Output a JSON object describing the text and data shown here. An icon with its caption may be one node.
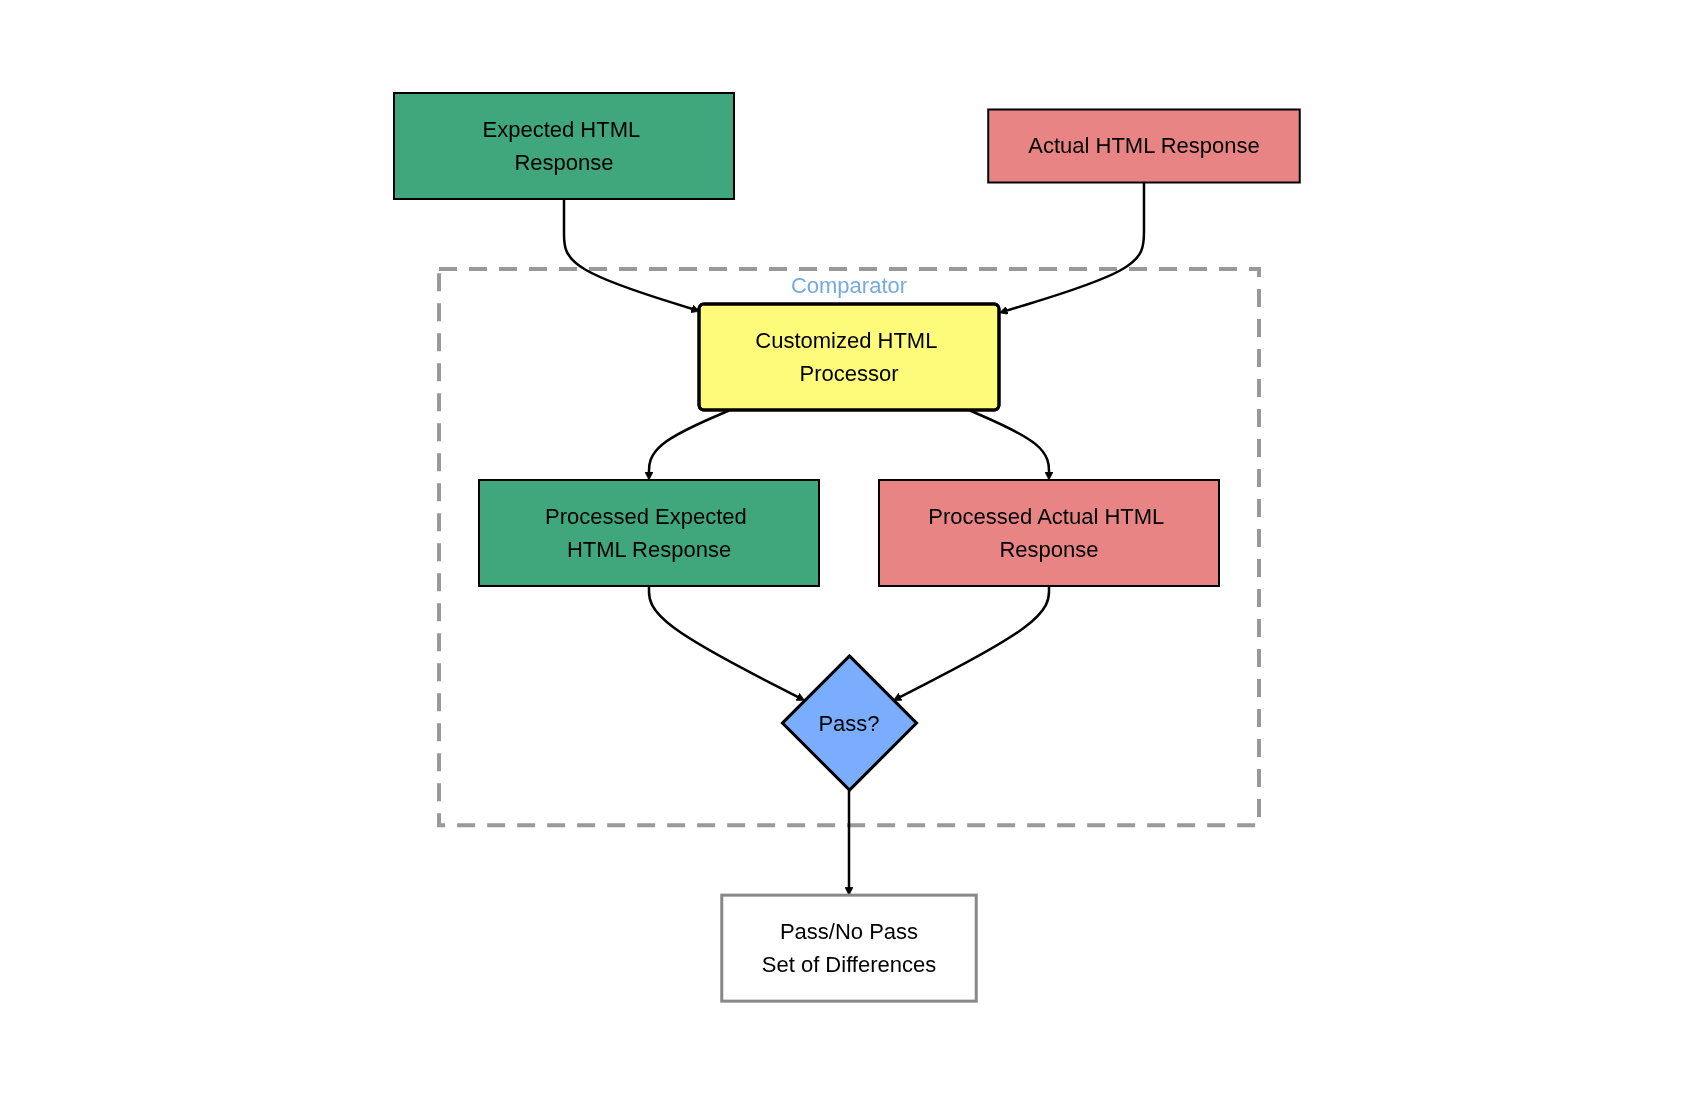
{
  "diagram": {
    "nodes": [
      {
        "text": [
          "Expected HTML Response"
        ]
      },
      {
        "text": [
          "Actual HTML Response"
        ]
      },
      {
        "text": [
          "Comparator"
        ]
      },
      {
        "text": [
          "Customized HTML Processor"
        ],
        "in": 2
      },
      {
        "text": [
          "Processed Expected HTML Response"
        ],
        "in": 2
      },
      {
        "text": [
          "Processed Actual HTML Response"
        ],
        "in": 2
      },
      {
        "text": [
          "Pass?"
        ],
        "in": 2
      },
      {
        "text": [
          "Pass/No Pass",
          "Set of Differences"
        ]
      }
    ],
    "edges": [
      {
        "from": 0,
        "to": 3,
        "arrow": "to"
      },
      {
        "from": 1,
        "to": 3,
        "arrow": "to"
      },
      {
        "from": 3,
        "to": 4,
        "arrow": "to"
      },
      {
        "from": 3,
        "to": 5,
        "arrow": "to"
      },
      {
        "from": 4,
        "to": 6,
        "arrow": "to"
      },
      {
        "from": 5,
        "to": 6,
        "arrow": "to"
      },
      {
        "from": 6,
        "to": 7,
        "arrow": "to"
      }
    ]
  }
}
